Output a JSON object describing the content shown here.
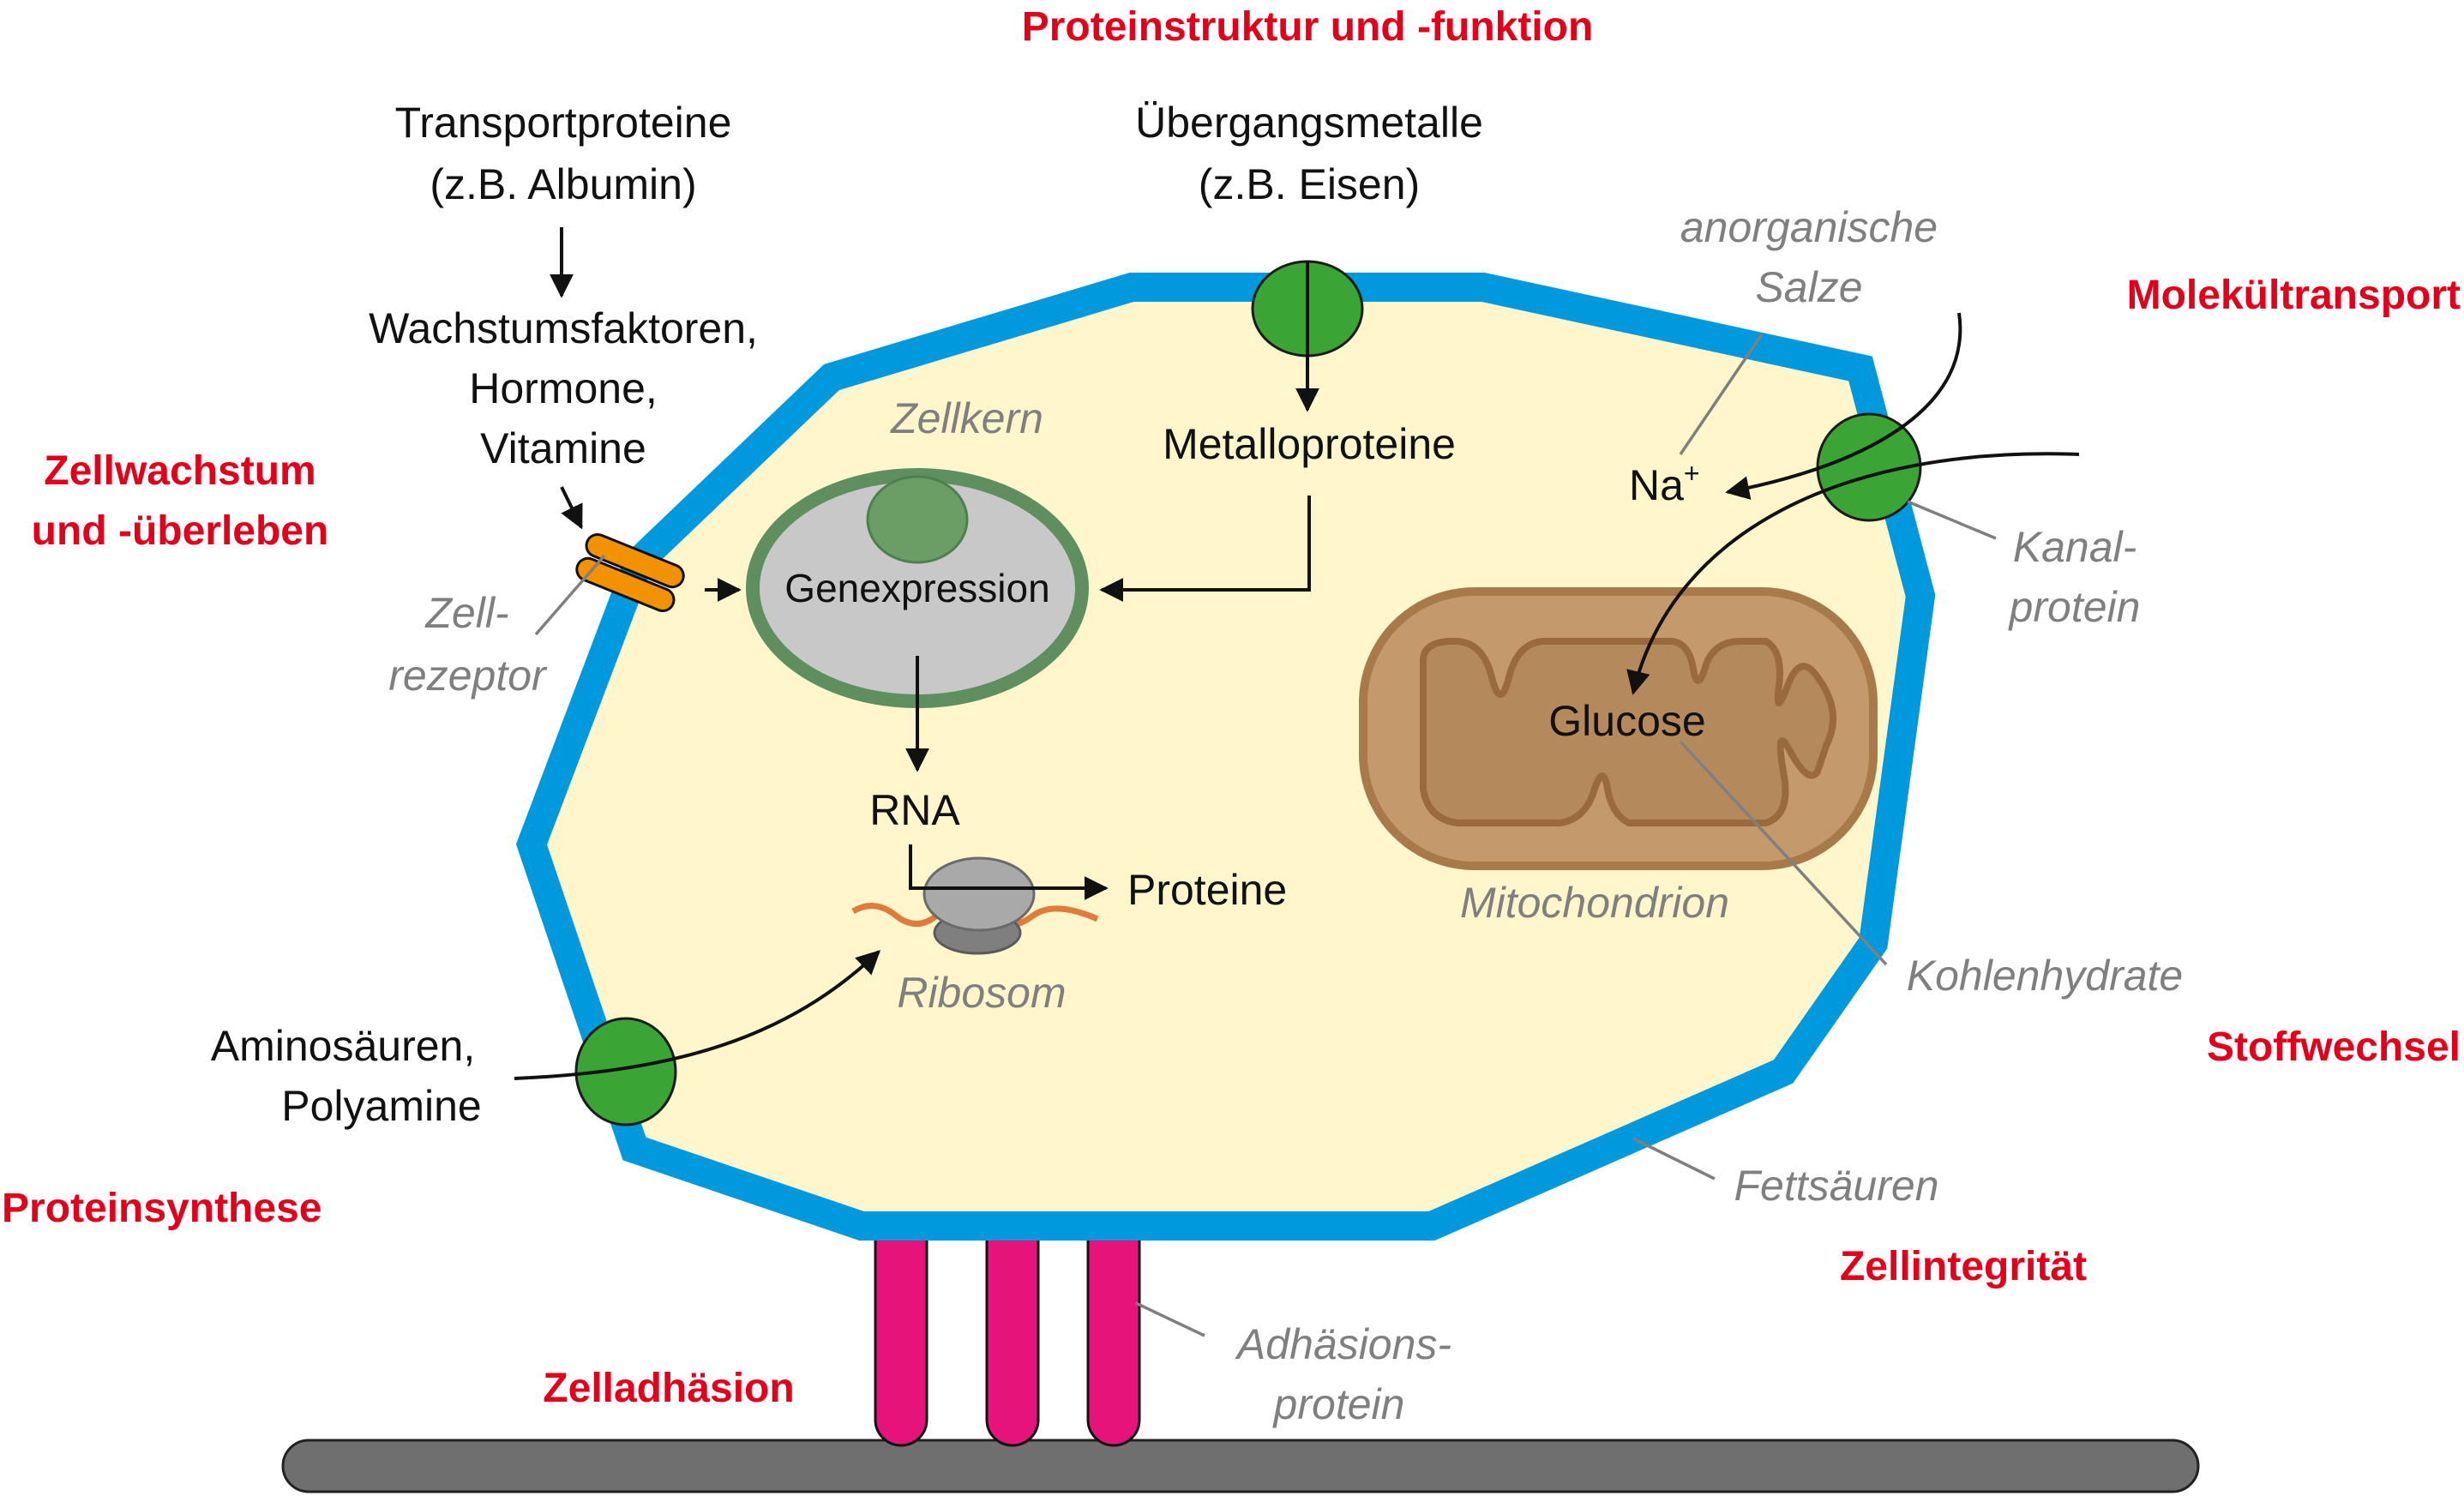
{
  "categories": {
    "protein_structure": "Proteinstruktur und -funktion",
    "cell_growth_line1": "Zellwachstum",
    "cell_growth_line2": "und -überleben",
    "molecule_transport": "Molekültransport",
    "metabolism": "Stoffwechsel",
    "protein_synthesis": "Proteinsynthese",
    "cell_integrity": "Zellintegrität",
    "cell_adhesion": "Zelladhäsion"
  },
  "molecules": {
    "transport_proteins_line1": "Transportproteine",
    "transport_proteins_line2": "(z.B. Albumin)",
    "growth_factors_line1": "Wachstumsfaktoren,",
    "growth_factors_line2": "Hormone,",
    "growth_factors_line3": "Vitamine",
    "transition_metals_line1": "Übergangsmetalle",
    "transition_metals_line2": "(z.B. Eisen)",
    "metalloproteins": "Metalloproteine",
    "gene_expression": "Genexpression",
    "rna": "RNA",
    "proteins": "Proteine",
    "amino_acids_line1": "Aminosäuren,",
    "amino_acids_line2": "Polyamine",
    "sodium": "Na",
    "sodium_charge": "+",
    "glucose": "Glucose"
  },
  "structures": {
    "nucleus": "Zellkern",
    "cell_receptor_line1": "Zell-",
    "cell_receptor_line2": "rezeptor",
    "inorganic_salts_line1": "anorganische",
    "inorganic_salts_line2": "Salze",
    "channel_protein_line1": "Kanal-",
    "channel_protein_line2": "protein",
    "mitochondrion": "Mitochondrion",
    "carbohydrates": "Kohlenhydrate",
    "ribosome": "Ribosom",
    "fatty_acids": "Fettsäuren",
    "adhesion_protein_line1": "Adhäsions-",
    "adhesion_protein_line2": "protein"
  },
  "colors": {
    "category": "#e2001a",
    "membrane": "#0099dd",
    "cytoplasm": "#fff6cc",
    "channel": "#3aa535",
    "receptor": "#f39200",
    "nucleus_rim": "#5f8f5f",
    "nucleus_fill": "#c8c8c8",
    "nucleolus": "#6a9e64",
    "mitochondrion": "#c49a6c",
    "adhesion": "#e5137a",
    "substrate": "#6f6f6f",
    "label_gray": "#7f7f7f"
  }
}
